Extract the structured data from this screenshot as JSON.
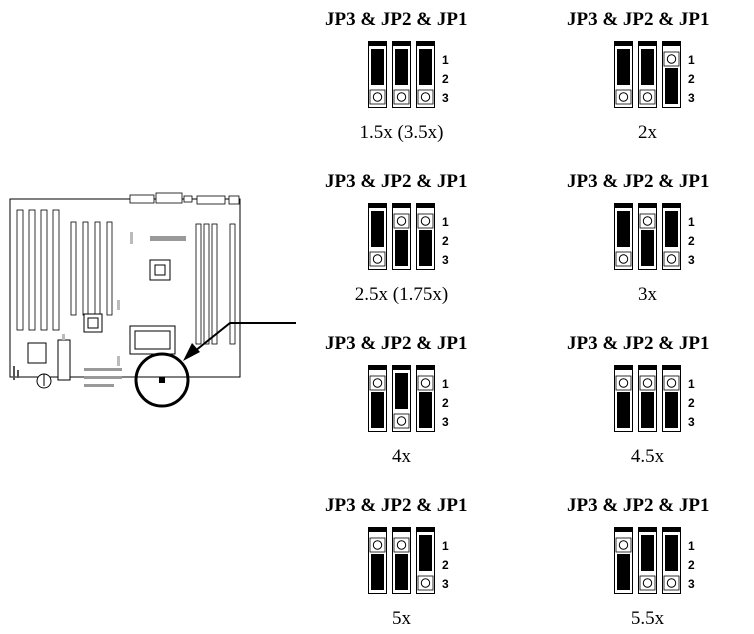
{
  "header_label": "JP3 & JP2 & JP1",
  "pin_labels": [
    "1",
    "2",
    "3"
  ],
  "jumper_order": [
    "JP3",
    "JP2",
    "JP1"
  ],
  "settings": [
    {
      "caption": "1.5x (3.5x)",
      "caps": [
        "top",
        "top",
        "top"
      ]
    },
    {
      "caption": "2x",
      "caps": [
        "top",
        "top",
        "bottom"
      ]
    },
    {
      "caption": "2.5x (1.75x)",
      "caps": [
        "top",
        "bottom",
        "bottom"
      ]
    },
    {
      "caption": "3x",
      "caps": [
        "top",
        "bottom",
        "top"
      ]
    },
    {
      "caption": "4x",
      "caps": [
        "bottom",
        "top",
        "bottom"
      ]
    },
    {
      "caption": "4.5x",
      "caps": [
        "bottom",
        "bottom",
        "bottom"
      ]
    },
    {
      "caption": "5x",
      "caps": [
        "bottom",
        "bottom",
        "top"
      ]
    },
    {
      "caption": "5.5x",
      "caps": [
        "bottom",
        "top",
        "top"
      ]
    }
  ]
}
